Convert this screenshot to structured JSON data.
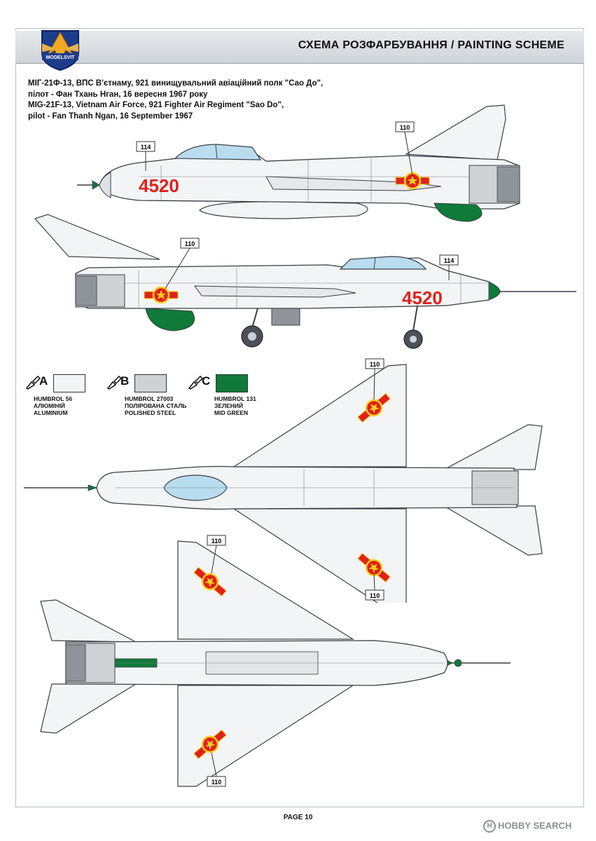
{
  "header": {
    "title": "СХЕМА РОЗФАРБУВАННЯ  / PAINTING  SCHEME",
    "logo_text": "MODELSVIT"
  },
  "caption": {
    "line1": "МІГ-21Ф-13, ВПС В'єтнаму, 921 винищувальний авіаційний полк \"Сао До\",",
    "line2": "пілот - Фан Тхань Нган, 16 вересня 1967 року",
    "line3": "MIG-21F-13, Vietnam Air Force, 921 Fighter Air Regiment \"Sao Do\",",
    "line4": "pilot - Fan Thanh Ngan, 16 September 1967"
  },
  "aircraft": {
    "serial": "4520"
  },
  "callouts": {
    "c110": "110",
    "c114": "114"
  },
  "colors": {
    "aluminium": "#f3f4f6",
    "polished_steel": "#cfd2d5",
    "mid_green": "#0f7a3a",
    "canopy": "#b9dcee",
    "insignia_red": "#e0201b",
    "insignia_yellow": "#f6d21c",
    "line": "#3b3f44"
  },
  "swatches": [
    {
      "letter": "A",
      "code": "HUMBROL 56",
      "name_ua": "АЛЮМІНІЙ",
      "name_en": "ALUMINIUM",
      "color": "#f3f4f6"
    },
    {
      "letter": "B",
      "code": "HUMBROL 27003",
      "name_ua": "ПОЛІРОВАНА СТАЛЬ",
      "name_en": "POLISHED STEEL",
      "color": "#cfd2d5"
    },
    {
      "letter": "C",
      "code": "HUMBROL 131",
      "name_ua": "ЗЕЛЕНИЙ",
      "name_en": "MID GREEN",
      "color": "#0f7a3a"
    }
  ],
  "footer": {
    "page_number": "PAGE 10",
    "watermark": "HOBBY SEARCH",
    "watermark_symbol": "H"
  }
}
